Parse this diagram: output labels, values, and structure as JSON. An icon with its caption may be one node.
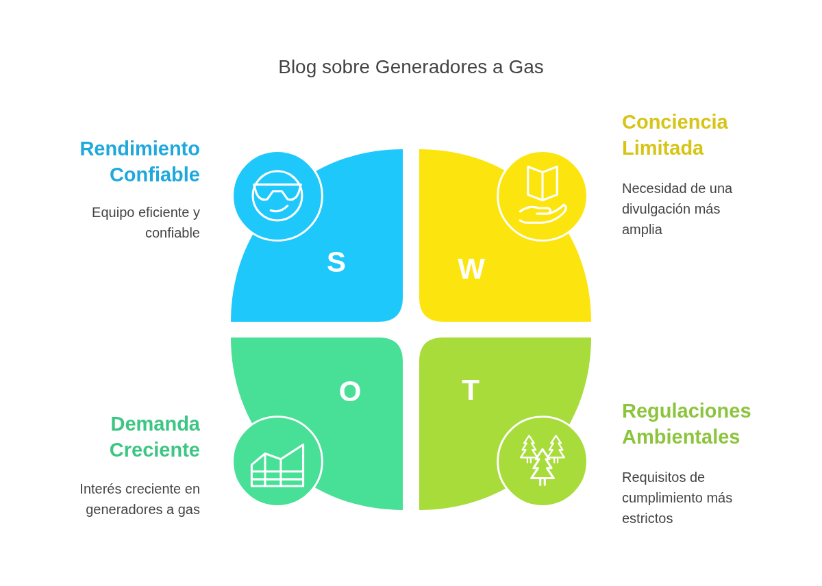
{
  "diagram": {
    "title": "Blog sobre Generadores a Gas",
    "nodes": [
      {
        "text": [
          "S"
        ],
        "beside": [
          "Rendimiento Confiable",
          "Equipo eficiente y confiable"
        ]
      },
      {
        "text": [
          "W"
        ],
        "beside": [
          "Conciencia Limitada",
          "Necesidad de una divulgación más amplia"
        ]
      },
      {
        "text": [
          "O"
        ],
        "beside": [
          "Demanda Creciente",
          "Interés creciente en generadores a gas"
        ]
      },
      {
        "text": [
          "T"
        ],
        "beside": [
          "Regulaciones Ambientales",
          "Requisitos de cumplimiento más estrictos"
        ]
      }
    ]
  }
}
